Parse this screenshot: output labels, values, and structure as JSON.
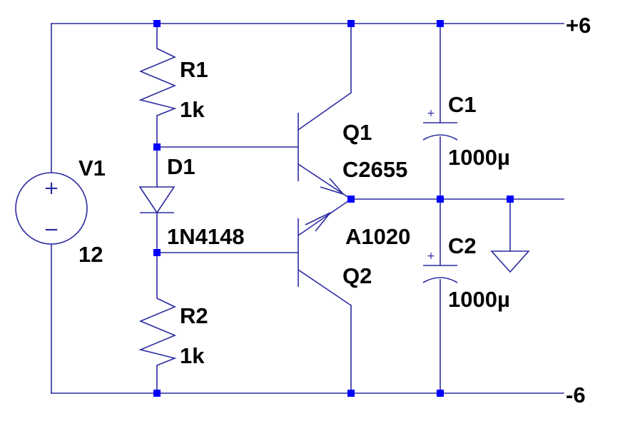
{
  "components": {
    "v1": {
      "name": "V1",
      "value": "12"
    },
    "r1": {
      "name": "R1",
      "value": "1k"
    },
    "r2": {
      "name": "R2",
      "value": "1k"
    },
    "d1": {
      "name": "D1",
      "value": "1N4148"
    },
    "q1": {
      "name": "Q1",
      "value": "C2655"
    },
    "q2": {
      "name": "Q2",
      "value": "A1020"
    },
    "c1": {
      "name": "C1",
      "value": "1000µ"
    },
    "c2": {
      "name": "C2",
      "value": "1000µ"
    }
  },
  "nets": {
    "positive": "+6",
    "negative": "-6"
  },
  "symbols": {
    "plus": "+",
    "minus": "−"
  },
  "colors": {
    "wire": "#2a2aa0",
    "node": "#0000ff",
    "text": "#000000",
    "background": "#ffffff"
  }
}
